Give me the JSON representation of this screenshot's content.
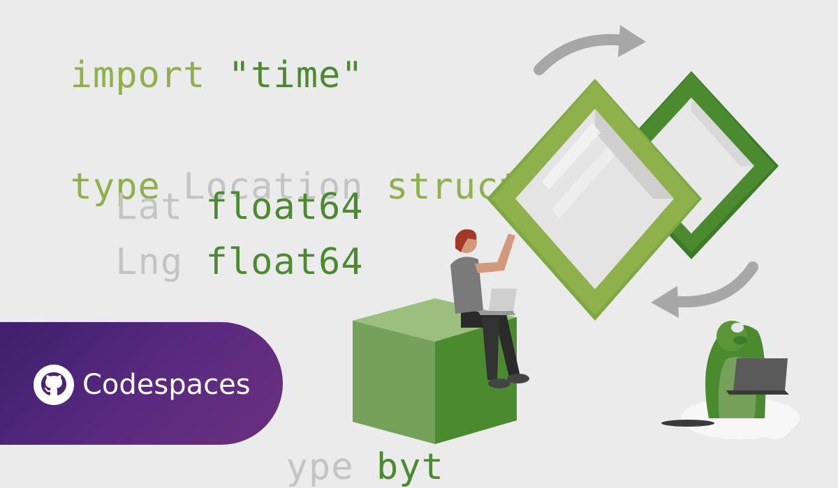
{
  "code": {
    "line1": {
      "kw": "import",
      "str": "\"time\""
    },
    "line2": {
      "kw1": "type",
      "name": "Location",
      "kw2": "struct",
      "brace": "{"
    },
    "line3": {
      "field": "Lat",
      "type": "float64"
    },
    "line4": {
      "field": "Lng",
      "type": "float64"
    },
    "line5": {
      "brace": "}"
    },
    "line6": {
      "fragment1": "ype",
      "fragment2": "byt"
    }
  },
  "badge": {
    "label": "Codespaces",
    "icon": "github-icon"
  },
  "colors": {
    "background": "#ebebeb",
    "code_green_light": "#8fb04a",
    "code_green_dark": "#4b8a2f",
    "code_grey": "#c4c4c4",
    "badge_purple": "#4a2472"
  }
}
